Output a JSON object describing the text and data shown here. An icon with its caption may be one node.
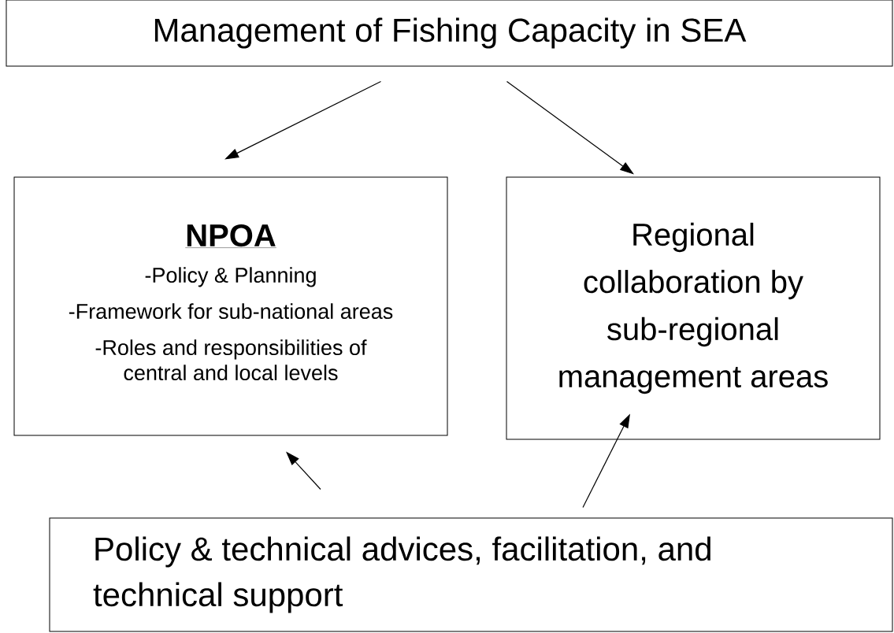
{
  "diagram": {
    "nodes": [
      {
        "text": [
          "Management of Fishing Capacity in SEA"
        ]
      },
      {
        "text": [
          "NPOA",
          "-Policy & Planning",
          "-Framework for sub-national areas",
          "-Roles and responsibilities of central and local levels"
        ]
      },
      {
        "text": [
          "Regional collaboration by sub-regional management areas"
        ]
      },
      {
        "text": [
          "Policy & technical advices, facilitation, and technical support"
        ]
      }
    ],
    "edges": [
      {
        "from": 0,
        "to": 1,
        "arrow": "to"
      },
      {
        "from": 0,
        "to": 2,
        "arrow": "to"
      },
      {
        "from": 3,
        "to": 1,
        "arrow": "to"
      },
      {
        "from": 3,
        "to": 2,
        "arrow": "to"
      }
    ]
  }
}
